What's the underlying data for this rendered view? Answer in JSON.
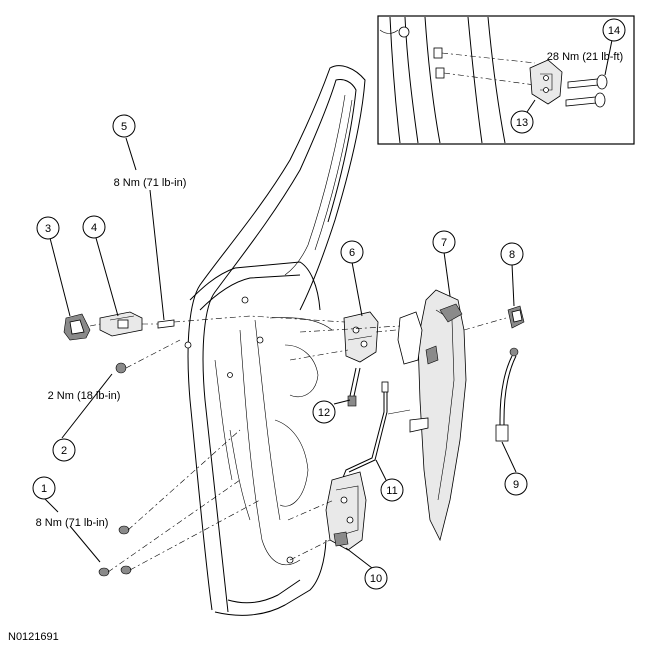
{
  "figure_id": "N0121691",
  "callouts": [
    {
      "number": "1",
      "torque": "8 Nm (71 lb-in)"
    },
    {
      "number": "2",
      "torque": "2 Nm (18 lb-in)"
    },
    {
      "number": "3",
      "torque": ""
    },
    {
      "number": "4",
      "torque": ""
    },
    {
      "number": "5",
      "torque": "8 Nm (71 lb-in)"
    },
    {
      "number": "6",
      "torque": ""
    },
    {
      "number": "7",
      "torque": ""
    },
    {
      "number": "8",
      "torque": ""
    },
    {
      "number": "9",
      "torque": ""
    },
    {
      "number": "10",
      "torque": ""
    },
    {
      "number": "11",
      "torque": ""
    },
    {
      "number": "12",
      "torque": ""
    },
    {
      "number": "13",
      "torque": ""
    },
    {
      "number": "14",
      "torque": "28 Nm (21 lb-ft)"
    }
  ],
  "colors": {
    "line": "#000000",
    "part_fill": "#e9e9e9",
    "dark_fill": "#8a8a8a",
    "background": "#ffffff"
  }
}
